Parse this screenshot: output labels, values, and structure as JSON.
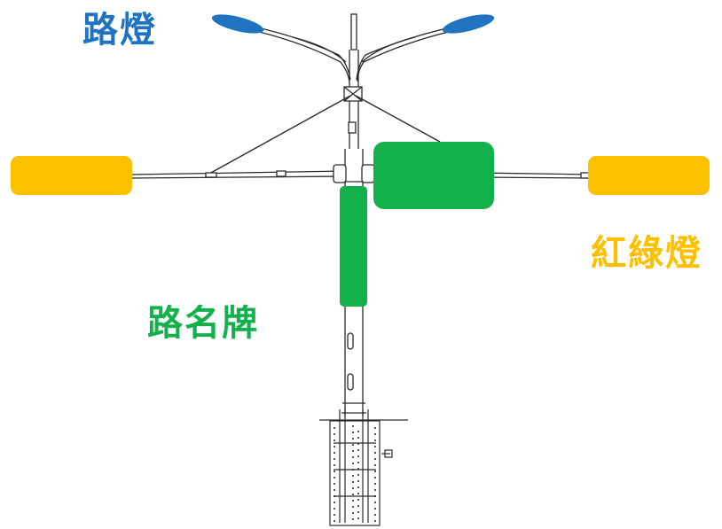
{
  "labels": {
    "street_light": "路燈",
    "traffic_light": "紅綠燈",
    "street_name_sign": "路名牌"
  },
  "colors": {
    "street_light": "#1f73c0",
    "traffic_light": "#fcc000",
    "street_name_sign": "#14b04c",
    "line_drawing": "#2b2b2b"
  }
}
